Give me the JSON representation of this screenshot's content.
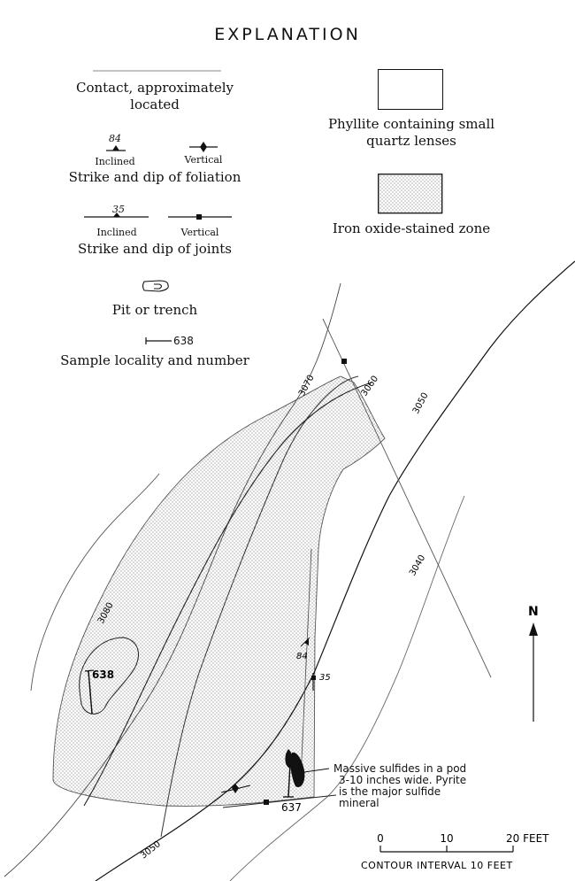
{
  "explanation": {
    "title": "EXPLANATION",
    "contact_label": "Contact, approximately located",
    "foliation": {
      "inclined_label": "Inclined",
      "inclined_value": "84",
      "vertical_label": "Vertical",
      "caption": "Strike and dip of foliation"
    },
    "joints": {
      "inclined_label": "Inclined",
      "inclined_value": "35",
      "vertical_label": "Vertical",
      "caption": "Strike and dip of joints"
    },
    "pit_label": "Pit or trench",
    "sample_number": "638",
    "sample_label": "Sample locality and number",
    "phyllite_label": "Phyllite containing small quartz lenses",
    "iron_label": "Iron oxide-stained zone"
  },
  "map": {
    "contours": [
      "3080",
      "3070",
      "3060",
      "3050",
      "3040",
      "3050"
    ],
    "samples": [
      "638",
      "637"
    ],
    "foliation_dip": "84",
    "joint_dip": "35",
    "sulfide_note": [
      "Massive sulfides in a pod",
      "3-10 inches wide.  Pyrite",
      "is the major sulfide",
      "mineral"
    ],
    "north": "N",
    "scale": {
      "ticks": [
        "0",
        "10",
        "20 FEET"
      ],
      "interval": "CONTOUR INTERVAL 10 FEET"
    }
  }
}
